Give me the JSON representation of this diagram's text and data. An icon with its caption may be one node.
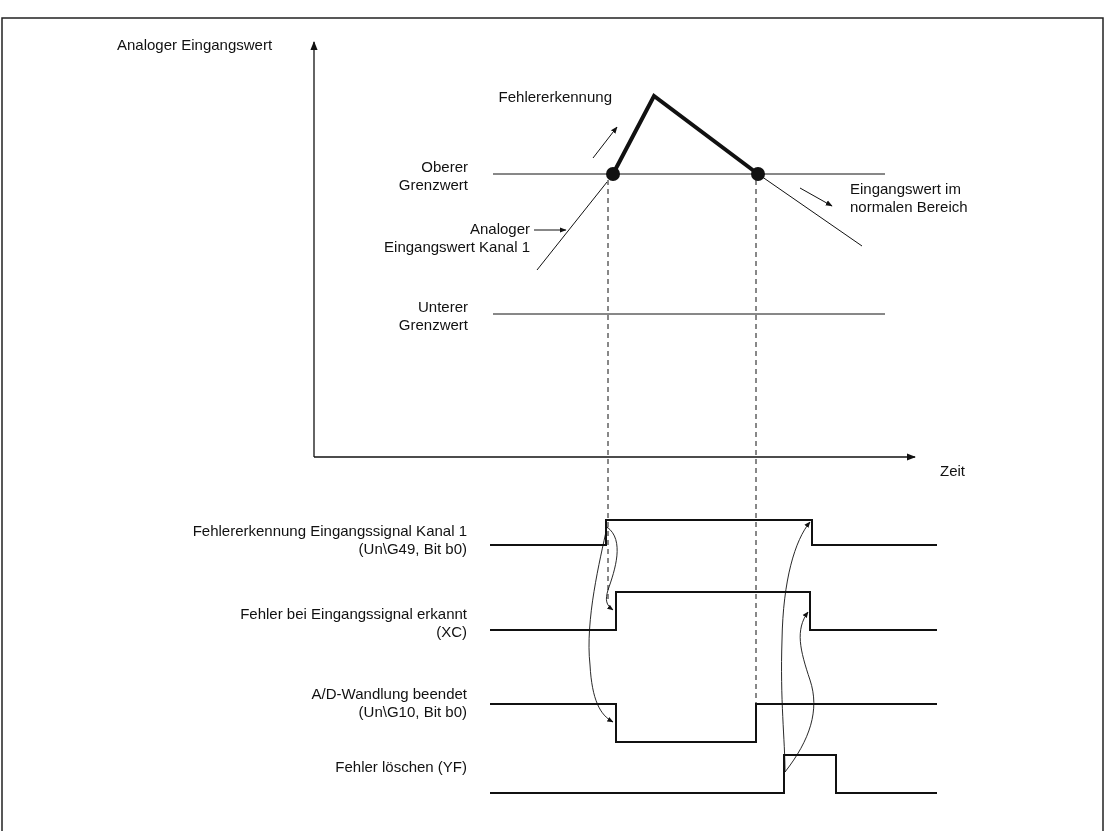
{
  "diagram": {
    "nodes": [
      {
        "text": [
          "Analoger Eingangswert Kanal 1"
        ]
      },
      {
        "text": [],
        "shape": "line"
      }
    ],
    "edges": [
      {
        "from": 0,
        "to": 1,
        "arrow": "to"
      }
    ],
    "labels": [
      "Analoger Eingangswert",
      "Fehlererkennung",
      "Oberer Grenzwert",
      "Eingangswert im normalen Bereich",
      "Unterer Grenzwert",
      "Zeit",
      "Fehlererkennung Eingangssignal Kanal 1 (Un\\G49, Bit b0)",
      "Fehler bei Eingangssignal erkannt (XC)",
      "A/D-Wandlung beendet (Un\\G10, Bit b0)",
      "Fehler löschen (YF)"
    ]
  }
}
